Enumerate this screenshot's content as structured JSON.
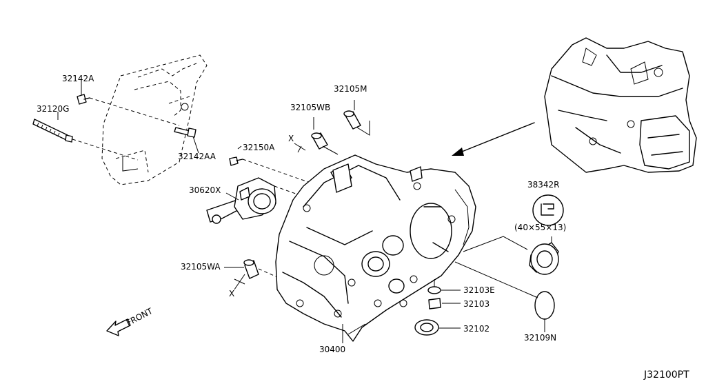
{
  "parts": {
    "p32142A": "32142A",
    "p32120G": "32120G",
    "p32142AA": "32142AA",
    "p32105WB": "32105WB",
    "p32105M": "32105M",
    "p32150A": "32150A",
    "p30620X": "30620X",
    "p38342R": "38342R",
    "p38342R_size": "(40×55×13)",
    "p32105WA": "32105WA",
    "p32103E": "32103E",
    "p32103": "32103",
    "p32102": "32102",
    "p30400": "30400",
    "p32109N": "32109N"
  },
  "marks": {
    "x_upper": "X",
    "x_lower": "X",
    "front": "FRONT"
  },
  "diagram_id": "J32100PT"
}
